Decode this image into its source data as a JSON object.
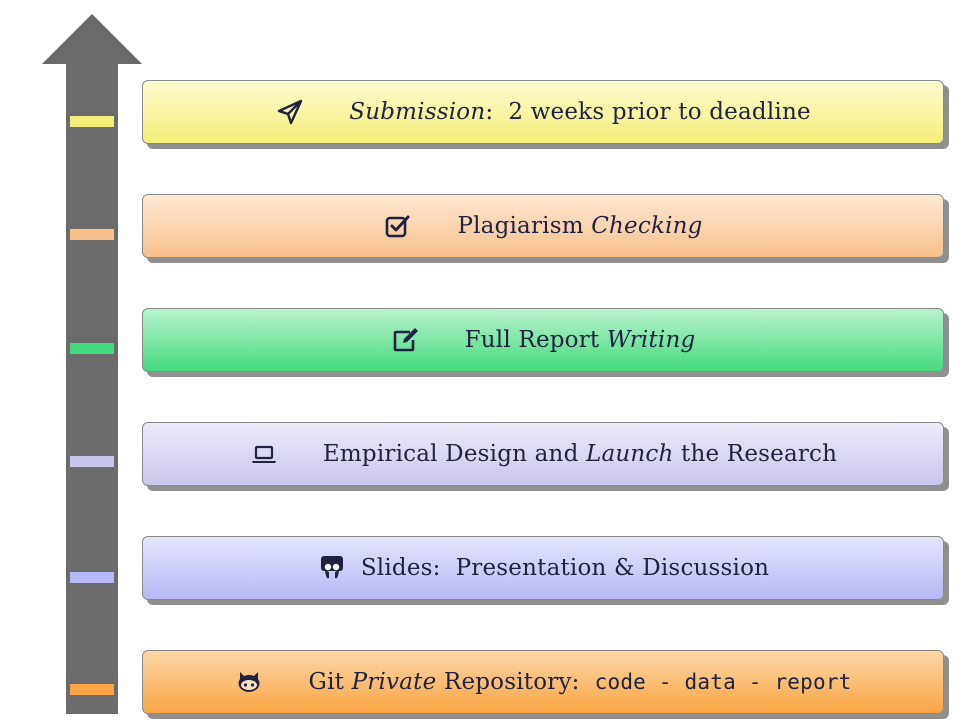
{
  "colors": {
    "arrow": "#6b6b6b",
    "yellow": "#f4ef7a",
    "peach": "#f9c08c",
    "green": "#45d97d",
    "lavender": "#c9c6ec",
    "periwinkle": "#b6b9f6",
    "orange": "#f9a544"
  },
  "stages": [
    {
      "icon": "paper-plane-icon",
      "parts": [
        "Submission",
        ":  2 weeks prior to deadline"
      ]
    },
    {
      "icon": "checkbox-icon",
      "parts": [
        "Plagiarism ",
        "Checking"
      ]
    },
    {
      "icon": "edit-icon",
      "parts": [
        "Full Report ",
        "Writing"
      ]
    },
    {
      "icon": "laptop-icon",
      "parts": [
        "Empirical Design and ",
        "Launch",
        " the Research"
      ]
    },
    {
      "icon": "slideshare-icon",
      "parts": [
        "Slides:  Presentation & Discussion"
      ]
    },
    {
      "icon": "github-icon",
      "parts": [
        "Git ",
        "Private",
        " Repository:  ",
        "code",
        " - ",
        "data",
        " - ",
        "report"
      ]
    }
  ]
}
